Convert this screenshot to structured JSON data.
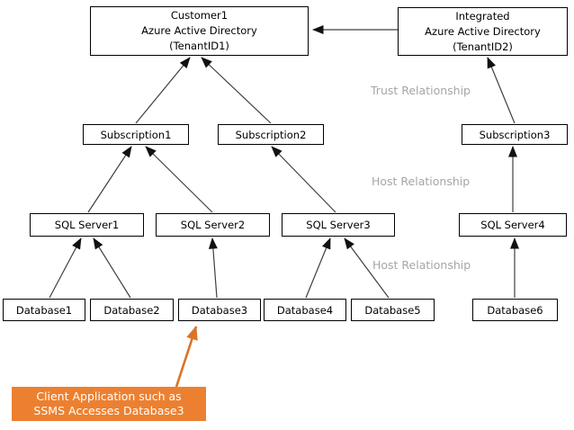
{
  "diagram": {
    "nodes": {
      "customer_aad": {
        "lines": [
          "Customer1",
          "Azure Active Directory",
          "(TenantID1)"
        ]
      },
      "integrated_aad": {
        "lines": [
          "Integrated",
          "Azure Active Directory",
          "(TenantID2)"
        ]
      },
      "subscription1": {
        "label": "Subscription1"
      },
      "subscription2": {
        "label": "Subscription2"
      },
      "subscription3": {
        "label": "Subscription3"
      },
      "sql_server1": {
        "label": "SQL Server1"
      },
      "sql_server2": {
        "label": "SQL Server2"
      },
      "sql_server3": {
        "label": "SQL Server3"
      },
      "sql_server4": {
        "label": "SQL Server4"
      },
      "database1": {
        "label": "Database1"
      },
      "database2": {
        "label": "Database2"
      },
      "database3": {
        "label": "Database3"
      },
      "database4": {
        "label": "Database4"
      },
      "database5": {
        "label": "Database5"
      },
      "database6": {
        "label": "Database6"
      }
    },
    "relationship_labels": {
      "trust": "Trust Relationship",
      "host_upper": "Host Relationship",
      "host_lower": "Host Relationship"
    },
    "callout": {
      "lines": [
        "Client Application such as",
        "SSMS Accesses Database3"
      ]
    },
    "edges": [
      {
        "from": "integrated_aad",
        "to": "customer_aad"
      },
      {
        "from": "subscription1",
        "to": "customer_aad"
      },
      {
        "from": "subscription2",
        "to": "customer_aad"
      },
      {
        "from": "subscription3",
        "to": "integrated_aad"
      },
      {
        "from": "sql_server1",
        "to": "subscription1"
      },
      {
        "from": "sql_server2",
        "to": "subscription1"
      },
      {
        "from": "sql_server3",
        "to": "subscription2"
      },
      {
        "from": "sql_server4",
        "to": "subscription3"
      },
      {
        "from": "database1",
        "to": "sql_server1"
      },
      {
        "from": "database2",
        "to": "sql_server1"
      },
      {
        "from": "database3",
        "to": "sql_server2"
      },
      {
        "from": "database4",
        "to": "sql_server3"
      },
      {
        "from": "database5",
        "to": "sql_server3"
      },
      {
        "from": "database6",
        "to": "sql_server4"
      },
      {
        "from": "client_application_callout",
        "to": "database3"
      }
    ],
    "colors": {
      "box_bg": "#FFFFFF",
      "box_border": "#000000",
      "box_text": "#000000",
      "relationship_text": "#A6A6A6",
      "arrow_color": "#3F3F3F",
      "arrowhead_color": "#111111",
      "callout_bg": "#EC8030",
      "callout_text": "#FFFFFF",
      "callout_arrow": "#DC7226"
    }
  }
}
